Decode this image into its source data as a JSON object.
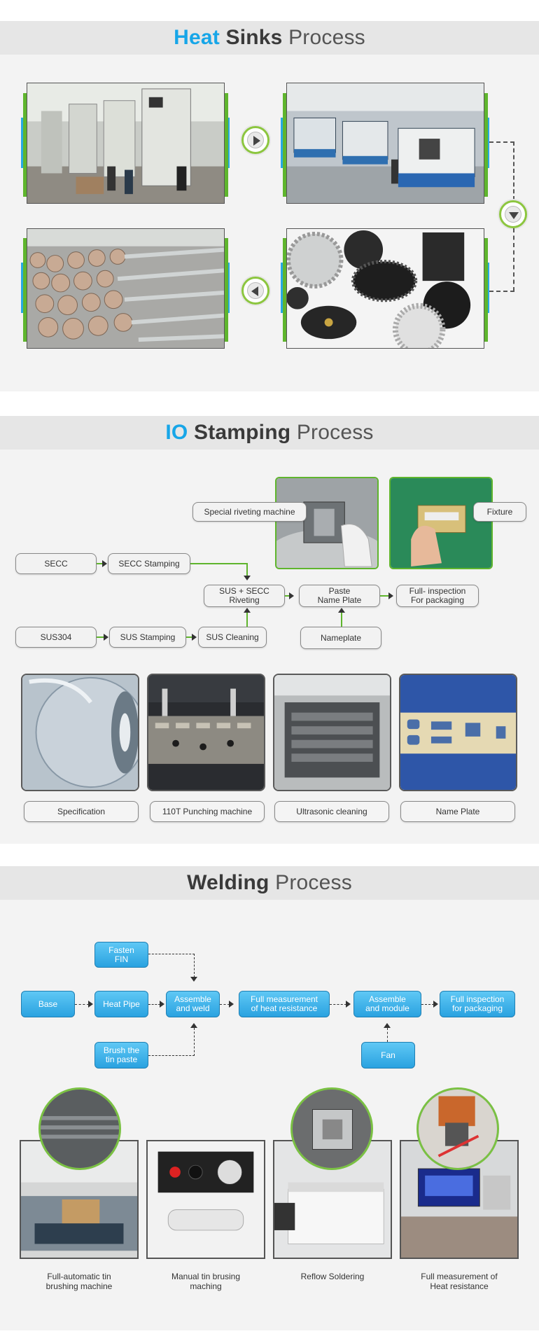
{
  "heat_sinks": {
    "title": {
      "w1": "Heat",
      "w2": "Sinks",
      "w3": "Process"
    }
  },
  "io": {
    "title": {
      "w1": "IO",
      "w2": "Stamping",
      "w3": "Process"
    },
    "flow": {
      "secc": "SECC",
      "secc_stamping": "SECC Stamping",
      "sus304": "SUS304",
      "sus_stamping": "SUS Stamping",
      "sus_cleaning": "SUS Cleaning",
      "sus_secc_riveting": "SUS + SECC\nRiveting",
      "paste_name_plate": "Paste\nName Plate",
      "full_inspection": "Full- inspection\nFor packaging",
      "nameplate": "Nameplate",
      "special_riveting": "Special riveting machine",
      "fixture": "Fixture"
    },
    "photos": [
      "Specification",
      "110T Punching machine",
      "Ultrasonic cleaning",
      "Name Plate"
    ]
  },
  "welding": {
    "title": {
      "w2": "Welding",
      "w3": "Process"
    },
    "flow": {
      "fasten_fin": "Fasten\nFIN",
      "base": "Base",
      "heat_pipe": "Heat Pipe",
      "assemble_weld": "Assemble\nand weld",
      "full_measurement": "Full measurement\nof heat resistance",
      "assemble_module": "Assemble\nand module",
      "full_inspection": "Full inspection\nfor packaging",
      "brush_tin": "Brush the\ntin paste",
      "fan": "Fan"
    },
    "photos": [
      "Full-automatic tin\nbrushing machine",
      "Manual tin brusing\nmaching",
      "Reflow Soldering",
      "Full measurement of\nHeat resistance"
    ]
  }
}
